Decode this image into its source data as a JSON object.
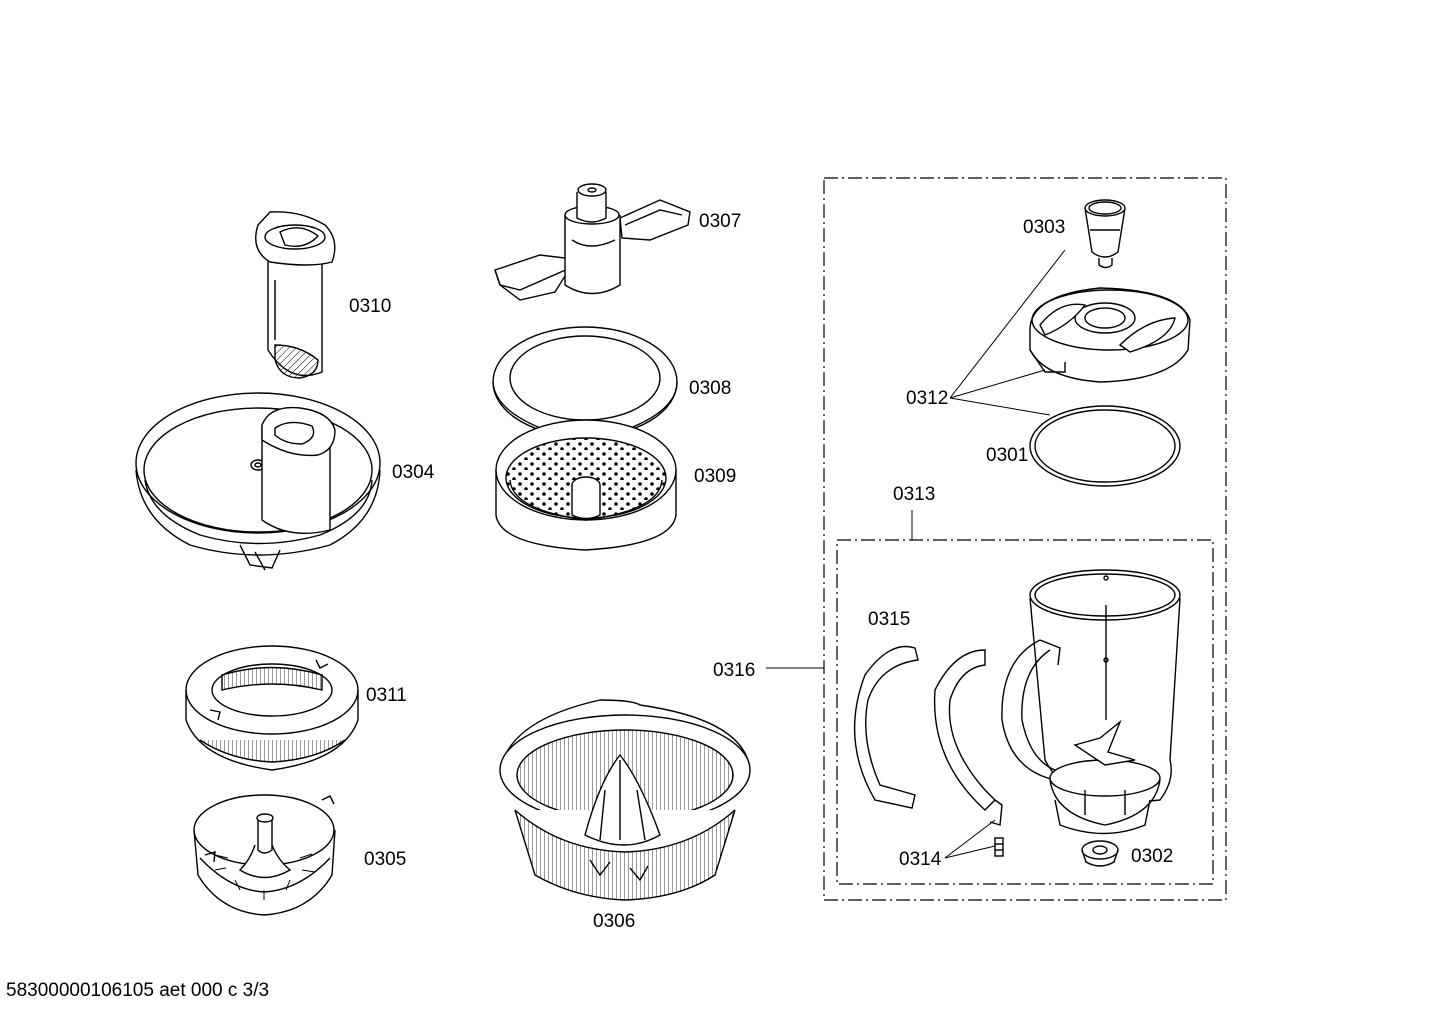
{
  "parts": {
    "p0301": "0301",
    "p0302": "0302",
    "p0303": "0303",
    "p0304": "0304",
    "p0305": "0305",
    "p0306": "0306",
    "p0307": "0307",
    "p0308": "0308",
    "p0309": "0309",
    "p0310": "0310",
    "p0311": "0311",
    "p0312": "0312",
    "p0313": "0313",
    "p0314": "0314",
    "p0315": "0315",
    "p0316": "0316"
  },
  "footer": "58300000106105 aet 000 c 3/3",
  "colors": {
    "line": "#000000",
    "fill": "#ffffff",
    "shade": "#e8e8e8"
  }
}
